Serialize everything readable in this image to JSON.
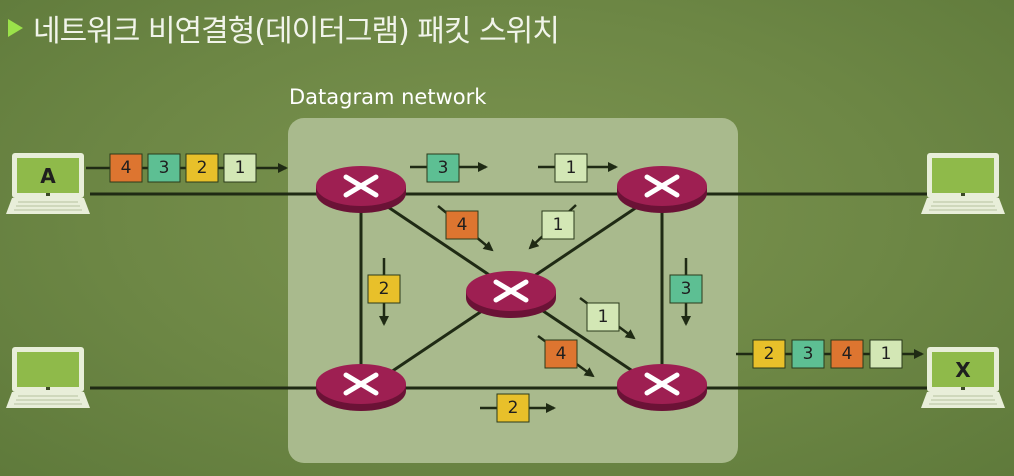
{
  "title": "네트워크 비연결형(데이터그램) 패킷 스위치",
  "network_label": "Datagram network",
  "hosts": {
    "source": "A",
    "destination": "X"
  },
  "colors": {
    "p1": "#d3e7b5",
    "p2": "#e8c02a",
    "p3": "#5dbf93",
    "p4": "#dd7530",
    "router": "#9e1f52",
    "network_bg": "#a9ba8d",
    "screen": "#8fba4a"
  },
  "source_queue": [
    "4",
    "3",
    "2",
    "1"
  ],
  "destination_queue": [
    "2",
    "3",
    "4",
    "1"
  ],
  "in_transit": [
    "3",
    "1",
    "4",
    "1",
    "2",
    "3",
    "1",
    "4",
    "2"
  ]
}
